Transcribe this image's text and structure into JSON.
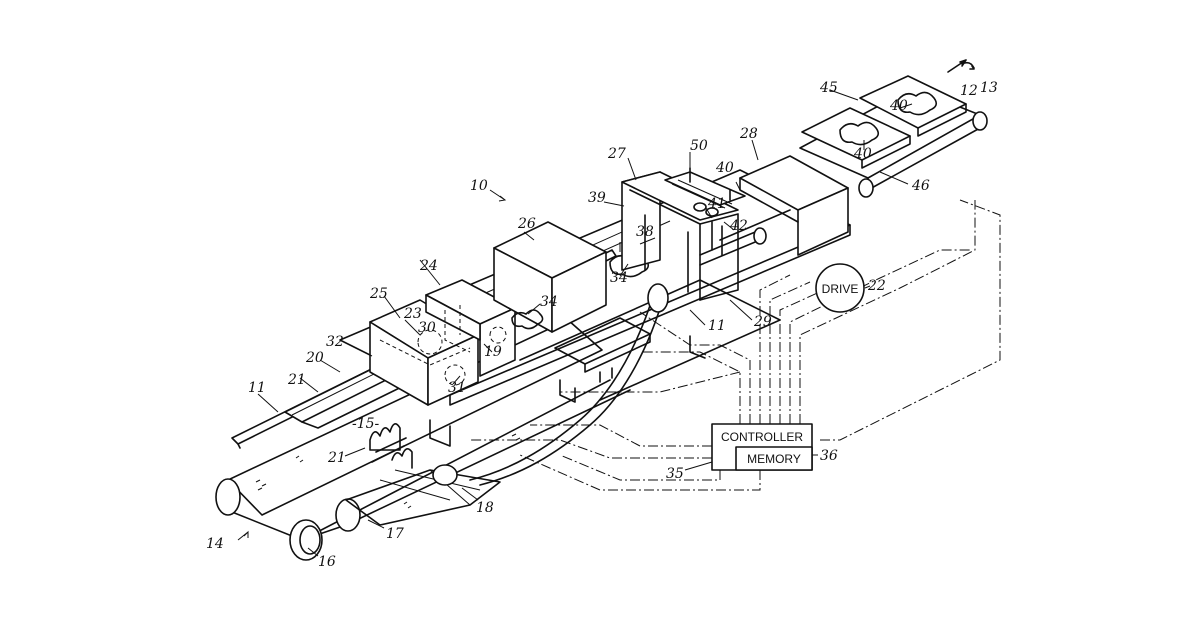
{
  "boxes": {
    "controller": "CONTROLLER",
    "memory": "MEMORY",
    "drive": "DRIVE"
  },
  "refs": {
    "r10": "10",
    "r11a": "11",
    "r11b": "11",
    "r12": "12",
    "r13": "13",
    "r14": "14",
    "r15": "-15-",
    "r16": "16",
    "r17": "17",
    "r18": "18",
    "r19": "19",
    "r20": "20",
    "r21a": "21",
    "r21b": "21",
    "r22": "22",
    "r23": "23",
    "r24": "24",
    "r25": "25",
    "r26": "26",
    "r27": "27",
    "r28": "28",
    "r29": "29",
    "r30": "30",
    "r31": "31",
    "r32": "32",
    "r34a": "34",
    "r34b": "34",
    "r35": "35",
    "r36": "36",
    "r38": "38",
    "r39": "39",
    "r40a": "40",
    "r40b": "40",
    "r40c": "40",
    "r41": "41",
    "r42": "42",
    "r45": "45",
    "r46": "46",
    "r50": "50"
  }
}
